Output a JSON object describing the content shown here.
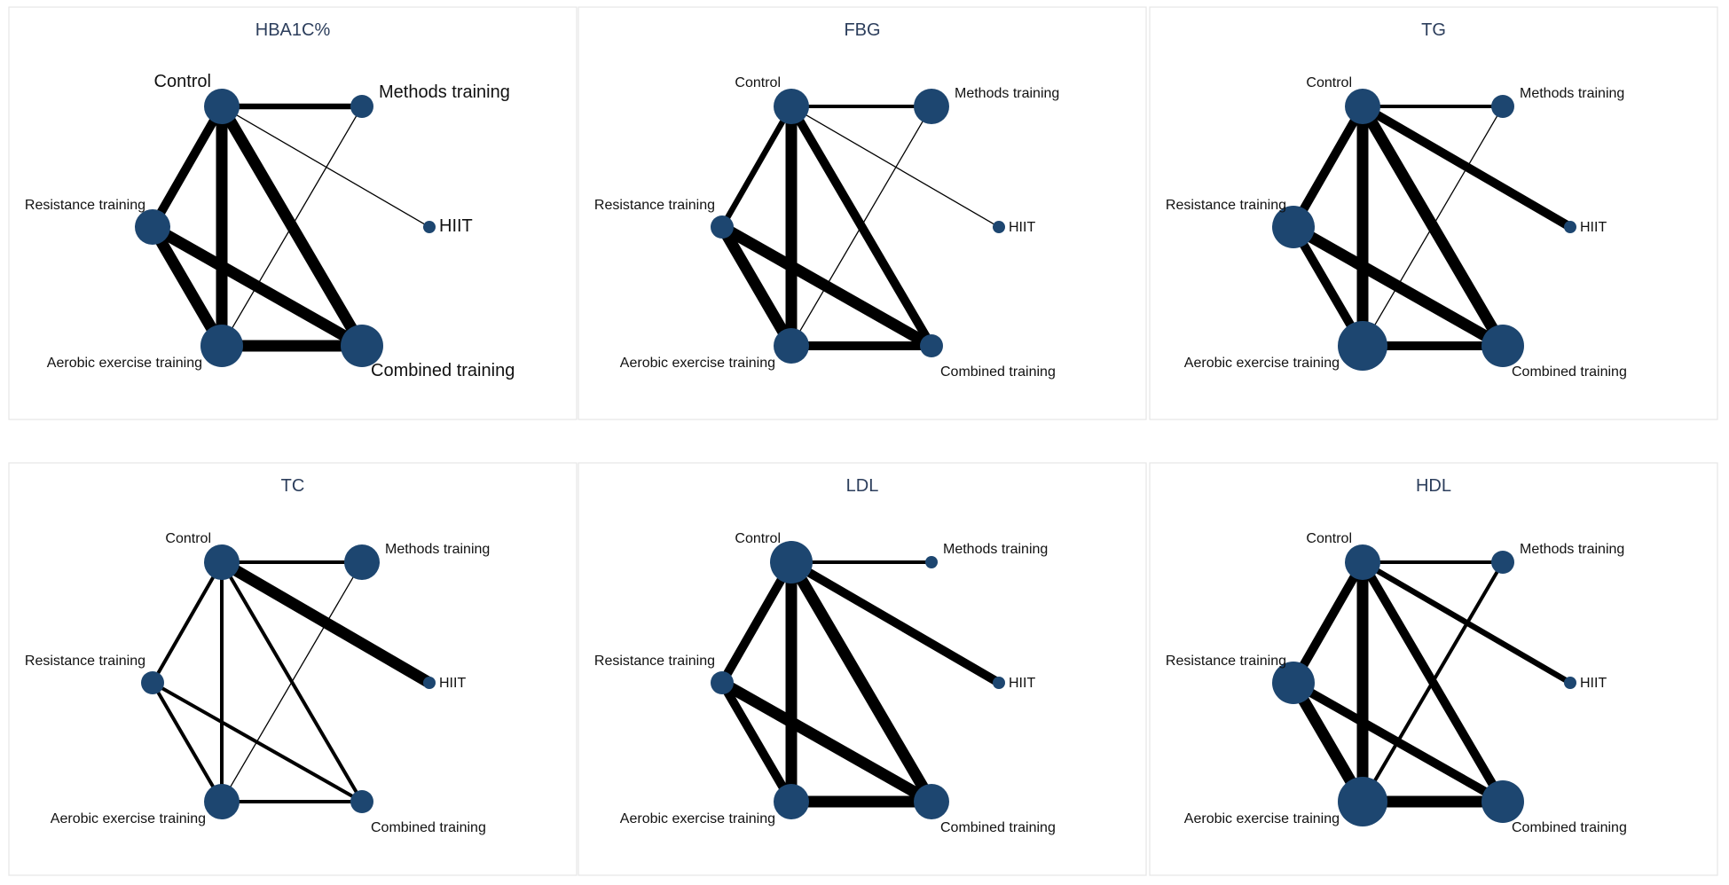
{
  "colors": {
    "node": "#1d4670",
    "edge": "#000000",
    "title": "#2c3e5c",
    "frame": "#e6e6e6"
  },
  "panels": [
    {
      "title": "HBA1C%",
      "nodes": [
        {
          "id": "control",
          "label": "Control",
          "size": 3
        },
        {
          "id": "methods",
          "label": "Methods training",
          "size": 2
        },
        {
          "id": "hiit",
          "label": "HIIT",
          "size": 1
        },
        {
          "id": "resistance",
          "label": "Resistance training",
          "size": 3
        },
        {
          "id": "aerobic",
          "label": "Aerobic exercise training",
          "size": 4
        },
        {
          "id": "combined",
          "label": "Combined training",
          "size": 4
        }
      ],
      "edges": [
        {
          "from": "control",
          "to": "methods",
          "weight": 3
        },
        {
          "from": "control",
          "to": "hiit",
          "weight": 1
        },
        {
          "from": "control",
          "to": "resistance",
          "weight": 4
        },
        {
          "from": "control",
          "to": "aerobic",
          "weight": 5
        },
        {
          "from": "control",
          "to": "combined",
          "weight": 5
        },
        {
          "from": "methods",
          "to": "aerobic",
          "weight": 1
        },
        {
          "from": "resistance",
          "to": "aerobic",
          "weight": 5
        },
        {
          "from": "resistance",
          "to": "combined",
          "weight": 5
        },
        {
          "from": "aerobic",
          "to": "combined",
          "weight": 5
        }
      ]
    },
    {
      "title": "FBG",
      "nodes": [
        {
          "id": "control",
          "label": "Control",
          "size": 3
        },
        {
          "id": "methods",
          "label": "Methods training",
          "size": 3
        },
        {
          "id": "hiit",
          "label": "HIIT",
          "size": 1
        },
        {
          "id": "resistance",
          "label": "Resistance training",
          "size": 2
        },
        {
          "id": "aerobic",
          "label": "Aerobic exercise training",
          "size": 3
        },
        {
          "id": "combined",
          "label": "Combined training",
          "size": 2
        }
      ],
      "edges": [
        {
          "from": "control",
          "to": "methods",
          "weight": 2
        },
        {
          "from": "control",
          "to": "hiit",
          "weight": 1
        },
        {
          "from": "control",
          "to": "resistance",
          "weight": 3
        },
        {
          "from": "control",
          "to": "aerobic",
          "weight": 5
        },
        {
          "from": "control",
          "to": "combined",
          "weight": 4
        },
        {
          "from": "methods",
          "to": "aerobic",
          "weight": 1
        },
        {
          "from": "resistance",
          "to": "aerobic",
          "weight": 5
        },
        {
          "from": "resistance",
          "to": "combined",
          "weight": 5
        },
        {
          "from": "aerobic",
          "to": "combined",
          "weight": 4
        }
      ]
    },
    {
      "title": "TG",
      "nodes": [
        {
          "id": "control",
          "label": "Control",
          "size": 3
        },
        {
          "id": "methods",
          "label": "Methods training",
          "size": 2
        },
        {
          "id": "hiit",
          "label": "HIIT",
          "size": 1
        },
        {
          "id": "resistance",
          "label": "Resistance training",
          "size": 4
        },
        {
          "id": "aerobic",
          "label": "Aerobic exercise training",
          "size": 5
        },
        {
          "id": "combined",
          "label": "Combined training",
          "size": 4
        }
      ],
      "edges": [
        {
          "from": "control",
          "to": "methods",
          "weight": 2
        },
        {
          "from": "control",
          "to": "hiit",
          "weight": 4
        },
        {
          "from": "control",
          "to": "resistance",
          "weight": 4
        },
        {
          "from": "control",
          "to": "aerobic",
          "weight": 5
        },
        {
          "from": "control",
          "to": "combined",
          "weight": 5
        },
        {
          "from": "methods",
          "to": "aerobic",
          "weight": 1
        },
        {
          "from": "resistance",
          "to": "aerobic",
          "weight": 4
        },
        {
          "from": "resistance",
          "to": "combined",
          "weight": 5
        },
        {
          "from": "aerobic",
          "to": "combined",
          "weight": 4
        }
      ]
    },
    {
      "title": "TC",
      "nodes": [
        {
          "id": "control",
          "label": "Control",
          "size": 3
        },
        {
          "id": "methods",
          "label": "Methods training",
          "size": 3
        },
        {
          "id": "hiit",
          "label": "HIIT",
          "size": 1
        },
        {
          "id": "resistance",
          "label": "Resistance training",
          "size": 2
        },
        {
          "id": "aerobic",
          "label": "Aerobic exercise training",
          "size": 3
        },
        {
          "id": "combined",
          "label": "Combined training",
          "size": 2
        }
      ],
      "edges": [
        {
          "from": "control",
          "to": "methods",
          "weight": 2
        },
        {
          "from": "control",
          "to": "hiit",
          "weight": 5
        },
        {
          "from": "control",
          "to": "resistance",
          "weight": 2
        },
        {
          "from": "control",
          "to": "aerobic",
          "weight": 2
        },
        {
          "from": "control",
          "to": "combined",
          "weight": 2
        },
        {
          "from": "methods",
          "to": "aerobic",
          "weight": 1
        },
        {
          "from": "resistance",
          "to": "aerobic",
          "weight": 2
        },
        {
          "from": "resistance",
          "to": "combined",
          "weight": 2
        },
        {
          "from": "aerobic",
          "to": "combined",
          "weight": 2
        }
      ]
    },
    {
      "title": "LDL",
      "nodes": [
        {
          "id": "control",
          "label": "Control",
          "size": 4
        },
        {
          "id": "methods",
          "label": "Methods training",
          "size": 1
        },
        {
          "id": "hiit",
          "label": "HIIT",
          "size": 1
        },
        {
          "id": "resistance",
          "label": "Resistance training",
          "size": 2
        },
        {
          "id": "aerobic",
          "label": "Aerobic exercise training",
          "size": 3
        },
        {
          "id": "combined",
          "label": "Combined training",
          "size": 3
        }
      ],
      "edges": [
        {
          "from": "control",
          "to": "methods",
          "weight": 2
        },
        {
          "from": "control",
          "to": "hiit",
          "weight": 4
        },
        {
          "from": "control",
          "to": "resistance",
          "weight": 4
        },
        {
          "from": "control",
          "to": "aerobic",
          "weight": 5
        },
        {
          "from": "control",
          "to": "combined",
          "weight": 5
        },
        {
          "from": "resistance",
          "to": "aerobic",
          "weight": 4
        },
        {
          "from": "resistance",
          "to": "combined",
          "weight": 5
        },
        {
          "from": "aerobic",
          "to": "combined",
          "weight": 5
        }
      ]
    },
    {
      "title": "HDL",
      "nodes": [
        {
          "id": "control",
          "label": "Control",
          "size": 3
        },
        {
          "id": "methods",
          "label": "Methods training",
          "size": 2
        },
        {
          "id": "hiit",
          "label": "HIIT",
          "size": 1
        },
        {
          "id": "resistance",
          "label": "Resistance training",
          "size": 4
        },
        {
          "id": "aerobic",
          "label": "Aerobic exercise training",
          "size": 5
        },
        {
          "id": "combined",
          "label": "Combined training",
          "size": 4
        }
      ],
      "edges": [
        {
          "from": "control",
          "to": "methods",
          "weight": 2
        },
        {
          "from": "control",
          "to": "hiit",
          "weight": 3
        },
        {
          "from": "control",
          "to": "resistance",
          "weight": 4
        },
        {
          "from": "control",
          "to": "aerobic",
          "weight": 5
        },
        {
          "from": "control",
          "to": "combined",
          "weight": 4
        },
        {
          "from": "methods",
          "to": "aerobic",
          "weight": 2
        },
        {
          "from": "resistance",
          "to": "aerobic",
          "weight": 5
        },
        {
          "from": "resistance",
          "to": "combined",
          "weight": 4
        },
        {
          "from": "aerobic",
          "to": "combined",
          "weight": 5
        }
      ]
    }
  ]
}
